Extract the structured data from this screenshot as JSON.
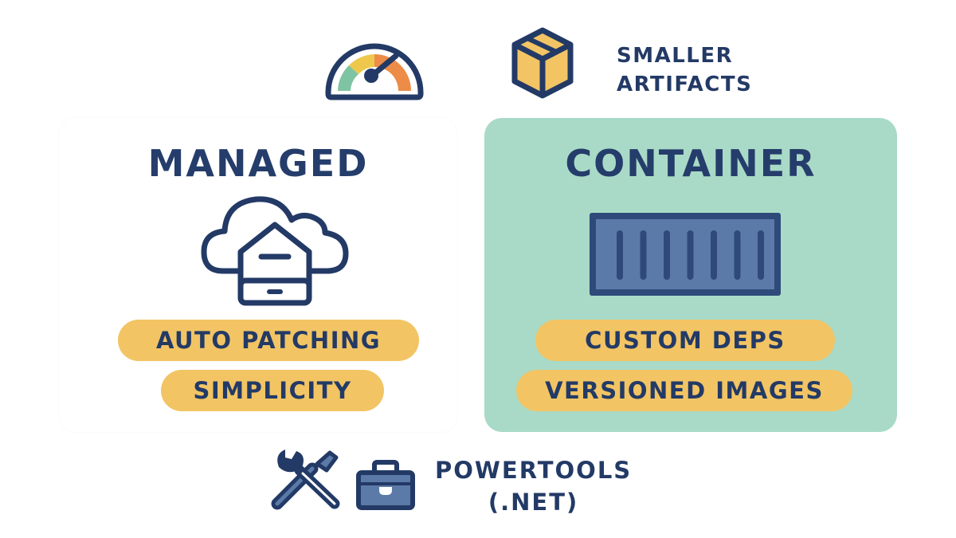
{
  "top": {
    "gauge_icon": "speedometer-gauge-icon",
    "box_icon": "package-box-icon",
    "smaller_artifacts_line1": "SMALLER",
    "smaller_artifacts_line2": "ARTIFACTS"
  },
  "managed": {
    "title": "MANAGED",
    "icon": "cloud-server-icon",
    "pills": [
      "AUTO PATCHING",
      "SIMPLICITY"
    ]
  },
  "container": {
    "title": "CONTAINER",
    "icon": "shipping-container-icon",
    "pills": [
      "CUSTOM DEPS",
      "VERSIONED IMAGES"
    ]
  },
  "bottom": {
    "tools_icon": "wrench-screwdriver-icon",
    "toolbox_icon": "toolbox-icon",
    "powertools_line1": "POWERTOOLS",
    "powertools_line2": "(.NET)"
  },
  "colors": {
    "navy": "#233a66",
    "pill_yellow": "#f2c464",
    "container_green": "#a9dac7",
    "container_blue": "#5b7aa8",
    "gauge_green": "#7fc4a2",
    "gauge_yellow": "#eec84c",
    "gauge_orange": "#ec8c48",
    "box_yellow": "#f2c464"
  }
}
